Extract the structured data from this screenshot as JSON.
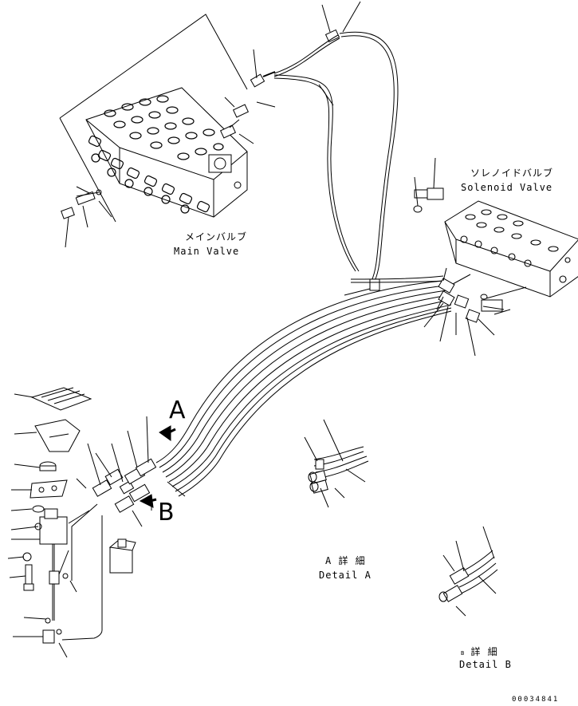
{
  "labels": {
    "main_valve_jp": "メインバルブ",
    "main_valve_en": "Main Valve",
    "solenoid_valve_jp": "ソレノイドバルブ",
    "solenoid_valve_en": "Solenoid Valve",
    "view_a": "A",
    "view_b": "B",
    "detail_a_jp": "A 詳 細",
    "detail_a_en": "Detail A",
    "detail_b_prefix": "B",
    "detail_b_jp": "詳 細",
    "detail_b_en": "Detail B",
    "drawing_code": "00034841"
  },
  "colors": {
    "line": "#000000",
    "background": "#ffffff"
  },
  "icons": {
    "main_valve": "main-valve-drawing",
    "solenoid_valve": "solenoid-valve-drawing",
    "pedal": "pedal-drawing",
    "hoses": "hydraulic-hose-bundle",
    "arrow": "view-direction-arrow"
  }
}
